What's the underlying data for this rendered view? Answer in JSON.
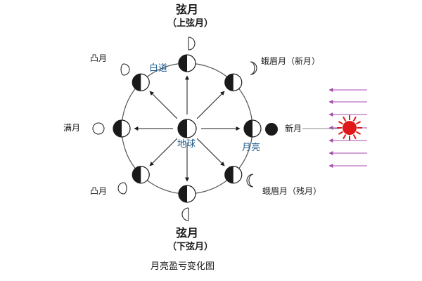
{
  "labels": {
    "top_title": "弦月",
    "top_sub": "（上弦月）",
    "bottom_title": "弦月",
    "bottom_sub": "（下弦月）",
    "gibbous_top": "凸月",
    "gibbous_bottom": "凸月",
    "full_moon": "满月",
    "crescent_top": "蛾眉月（新月）",
    "crescent_bottom": "蛾眉月（残月）",
    "new_moon": "新月",
    "moon_path": "白道",
    "earth": "地球",
    "moon": "月亮"
  },
  "caption": "月亮盈亏变化图",
  "colors": {
    "ink": "#1a1a1a",
    "blue_label": "#1f5a8a",
    "sun": "#e01818",
    "sunlight": "#a64ab0",
    "orbit": "#555555"
  },
  "icons": {
    "sun": "sun-icon",
    "earth": "earth-icon",
    "moon": "moon-icon"
  }
}
